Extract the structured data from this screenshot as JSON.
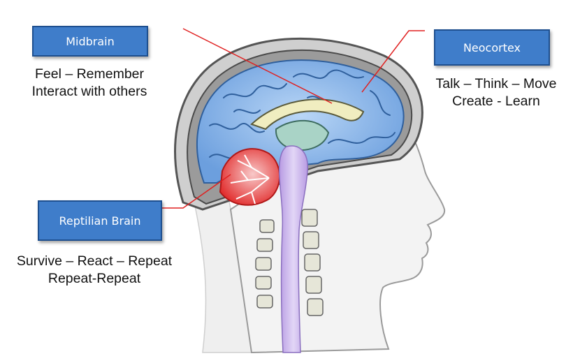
{
  "colors": {
    "label_box": "#3f7dca",
    "pointer_line": "#e02020",
    "cortex_blue": "#7eaee6",
    "cerebellum_red": "#e83a3a",
    "brainstem_purple": "#c2a6e6",
    "skull_gray": "#8c8c8c"
  },
  "labels": {
    "midbrain": {
      "title": "Midbrain",
      "lines": [
        "Feel – Remember",
        "Interact with others"
      ]
    },
    "neocortex": {
      "title": "Neocortex",
      "lines": [
        "Talk – Think – Move",
        "Create - Learn"
      ]
    },
    "reptilian": {
      "title": "Reptilian Brain",
      "lines": [
        "Survive – React – Repeat",
        "Repeat-Repeat"
      ]
    }
  }
}
